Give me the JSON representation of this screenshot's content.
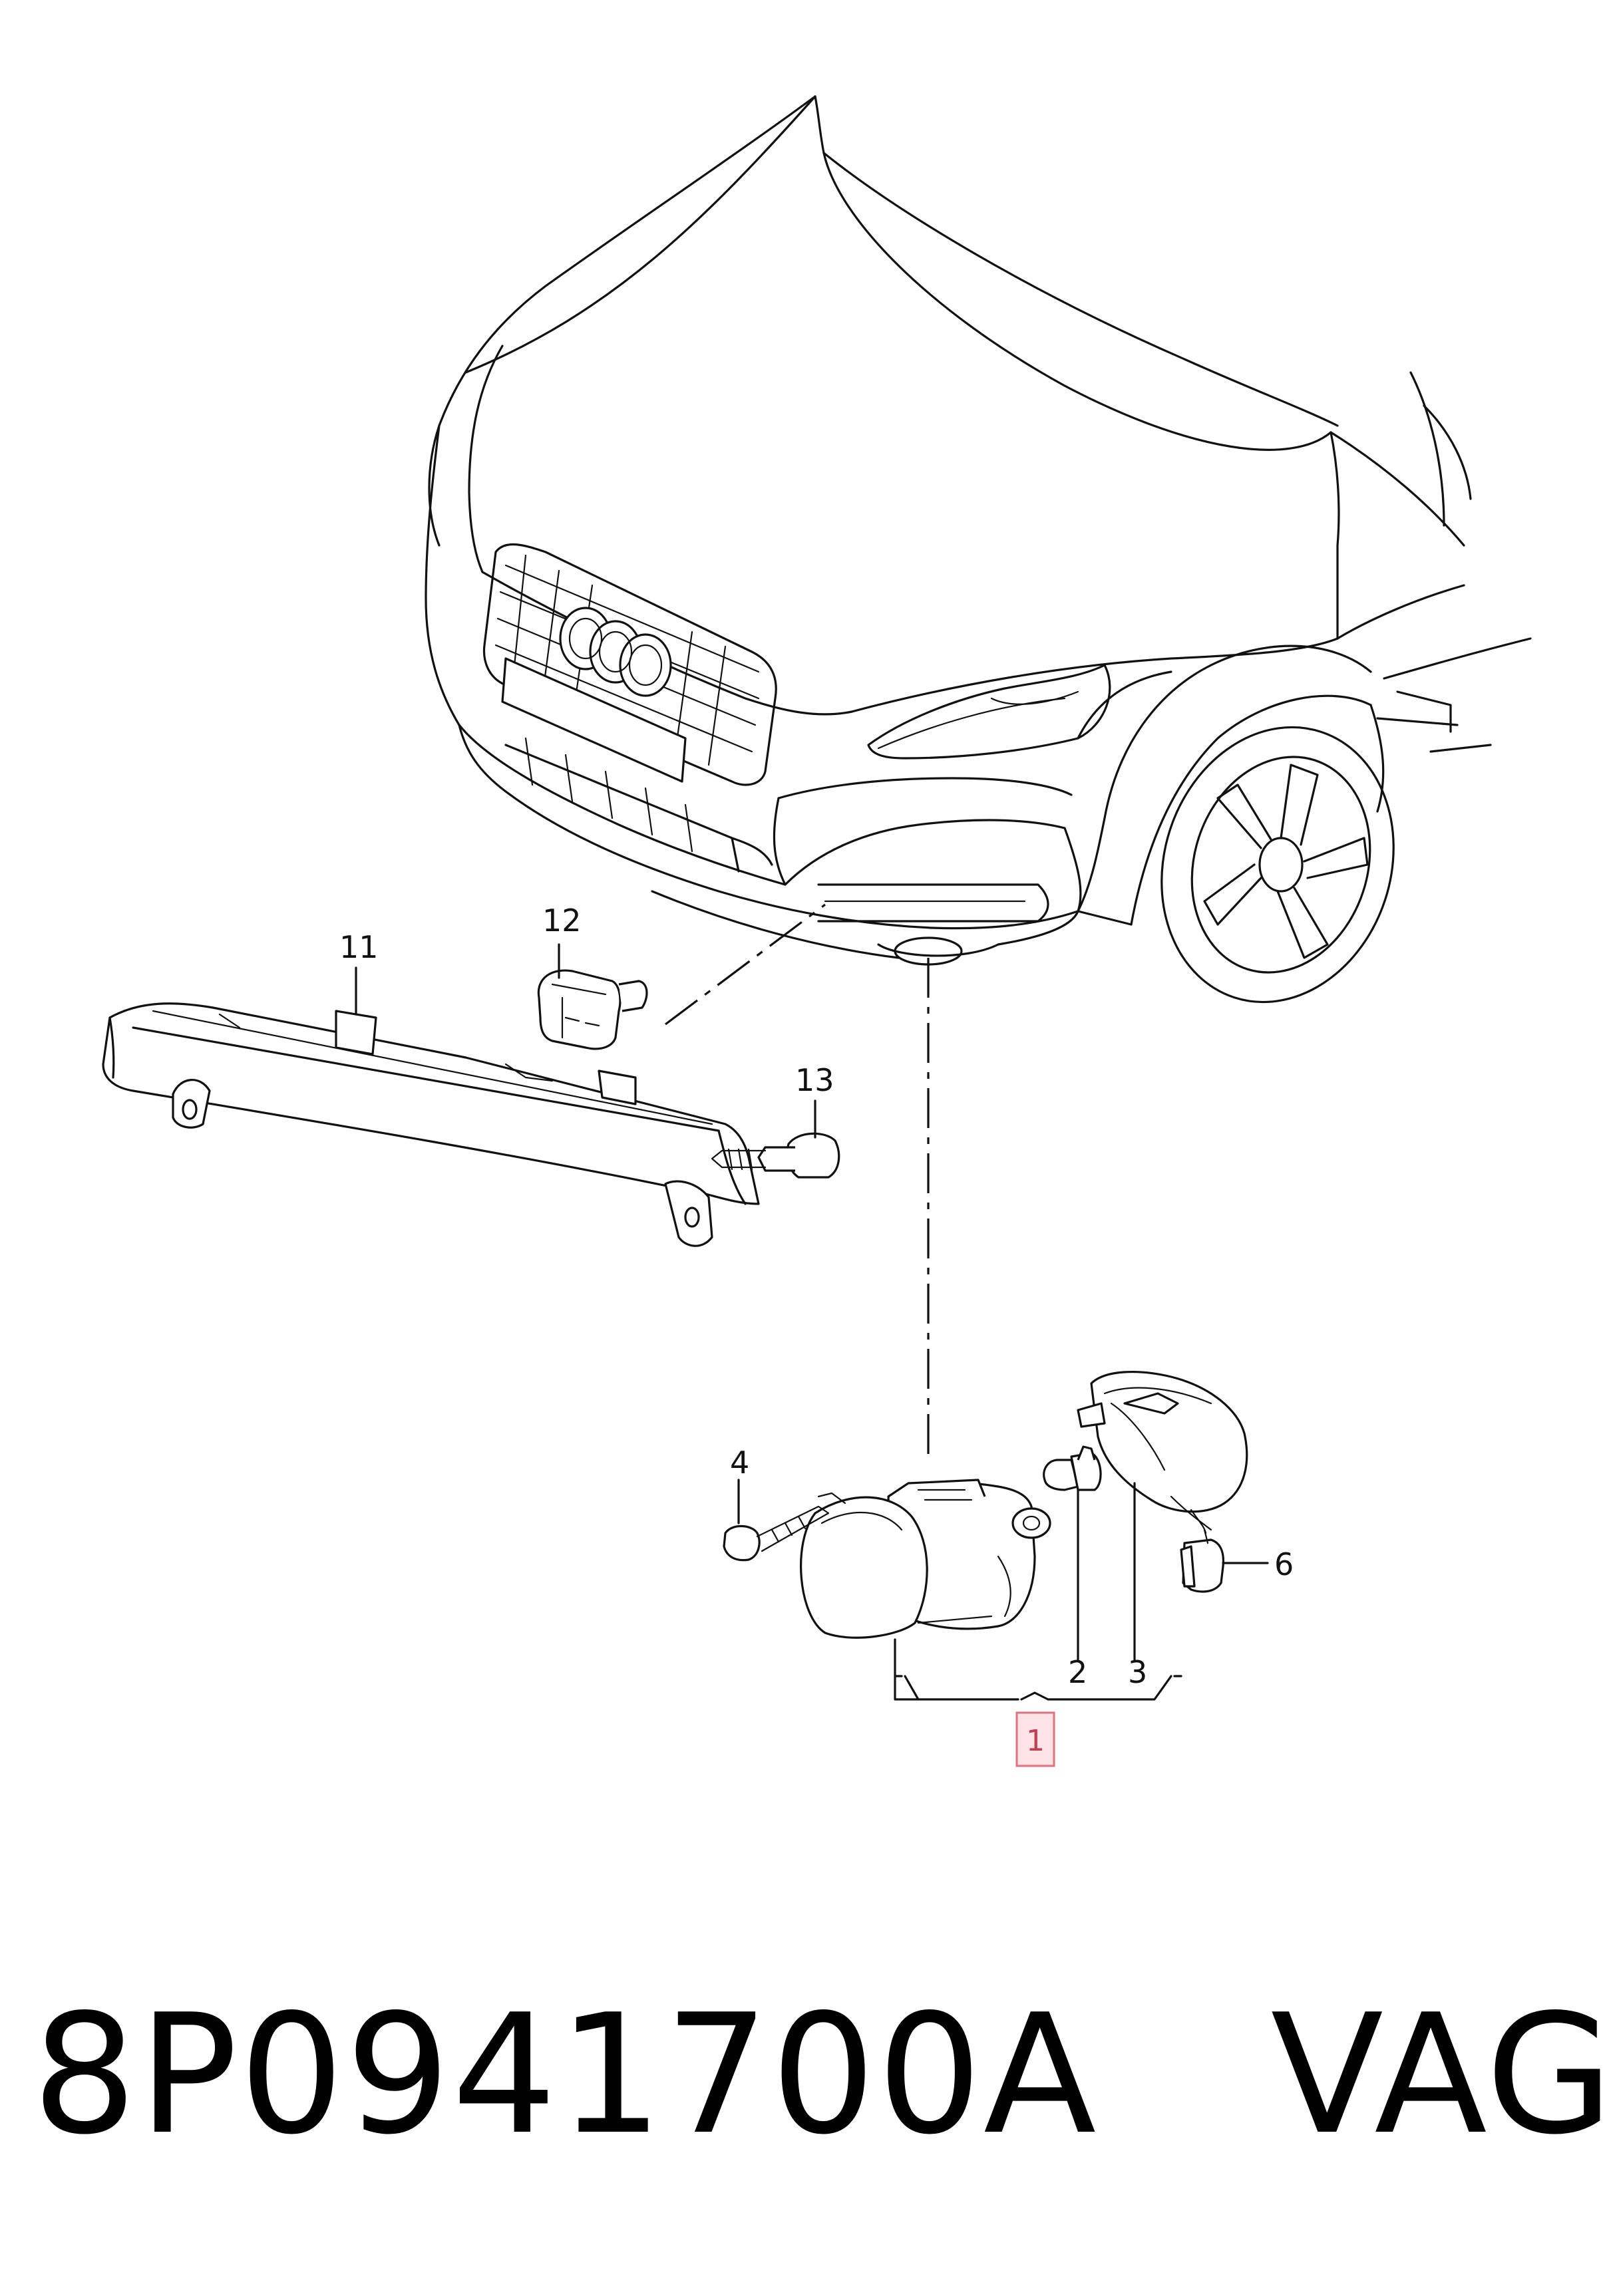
{
  "callouts": {
    "c1": "1",
    "c2": "2",
    "c3": "3",
    "c4": "4",
    "c6": "6",
    "c11": "11",
    "c12": "12",
    "c13": "13"
  },
  "caption": {
    "part_number": "8P0941700A",
    "brand": "VAG"
  },
  "highlight_color": "#fde3e6"
}
